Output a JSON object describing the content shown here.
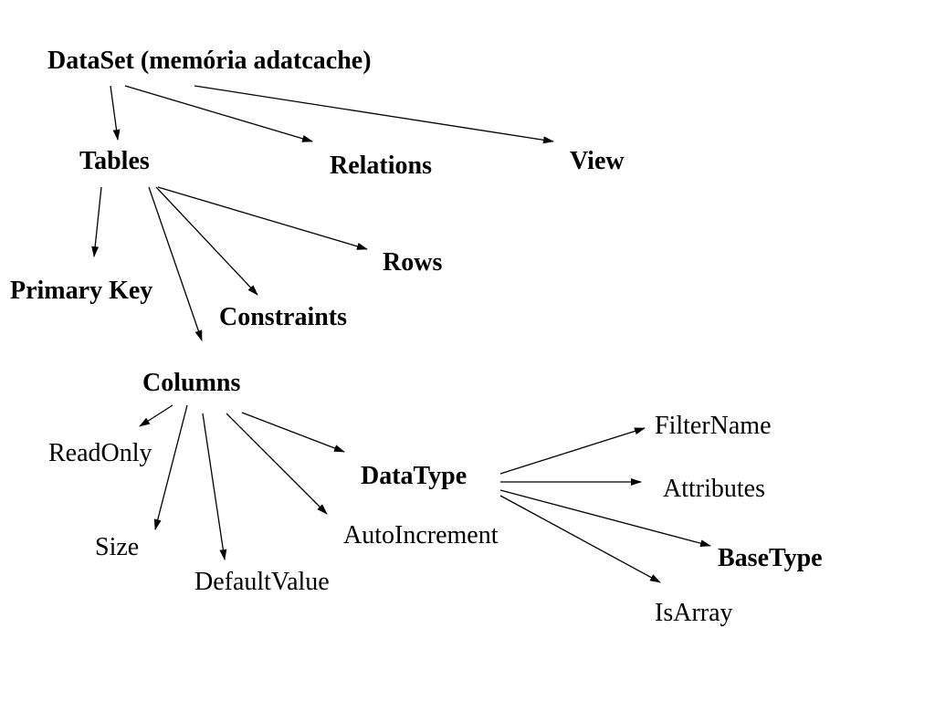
{
  "diagram": {
    "nodes": {
      "dataset": "DataSet (memória adatcache)",
      "tables": "Tables",
      "relations": "Relations",
      "view": "View",
      "primary_key": "Primary Key",
      "constraints": "Constraints",
      "rows": "Rows",
      "columns": "Columns",
      "readonly": "ReadOnly",
      "size": "Size",
      "defaultvalue": "DefaultValue",
      "autoincrement": "AutoIncrement",
      "datatype": "DataType",
      "filtername": "FilterName",
      "attributes": "Attributes",
      "basetype": "BaseType",
      "isarray": "IsArray"
    },
    "edges": [
      {
        "from": "dataset",
        "to": "tables"
      },
      {
        "from": "dataset",
        "to": "relations"
      },
      {
        "from": "dataset",
        "to": "view"
      },
      {
        "from": "tables",
        "to": "primary_key"
      },
      {
        "from": "tables",
        "to": "columns"
      },
      {
        "from": "tables",
        "to": "constraints"
      },
      {
        "from": "tables",
        "to": "rows"
      },
      {
        "from": "columns",
        "to": "readonly"
      },
      {
        "from": "columns",
        "to": "size"
      },
      {
        "from": "columns",
        "to": "defaultvalue"
      },
      {
        "from": "columns",
        "to": "autoincrement"
      },
      {
        "from": "columns",
        "to": "datatype"
      },
      {
        "from": "datatype",
        "to": "filtername"
      },
      {
        "from": "datatype",
        "to": "attributes"
      },
      {
        "from": "datatype",
        "to": "basetype"
      },
      {
        "from": "datatype",
        "to": "isarray"
      }
    ]
  }
}
